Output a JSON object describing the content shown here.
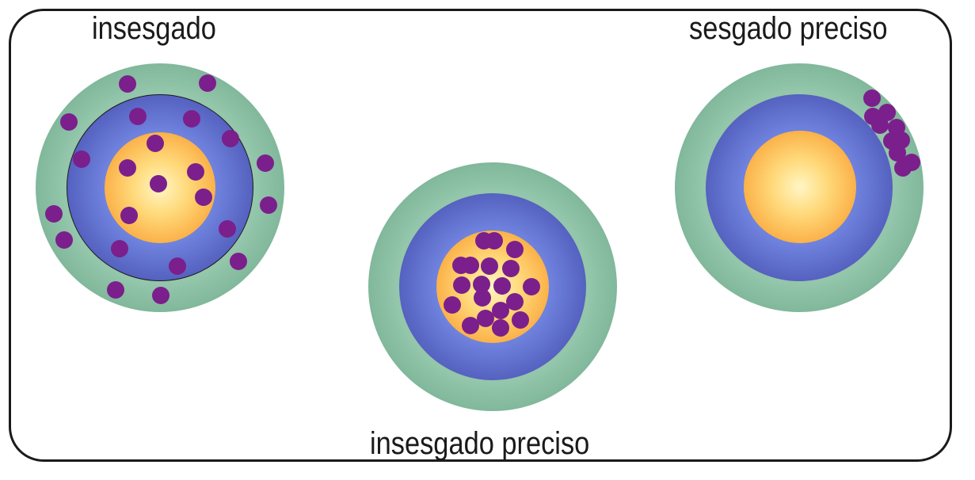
{
  "labels": {
    "unbiased": "insesgado",
    "biased_precise": "sesgado preciso",
    "unbiased_precise": "insesgado preciso"
  },
  "colors": {
    "outer_ring": "#6fa88d",
    "middle_ring": "#4f5fc0",
    "center": "#fbb24a",
    "point": "#7b1f8c",
    "frame": "#1a1a1a"
  }
}
